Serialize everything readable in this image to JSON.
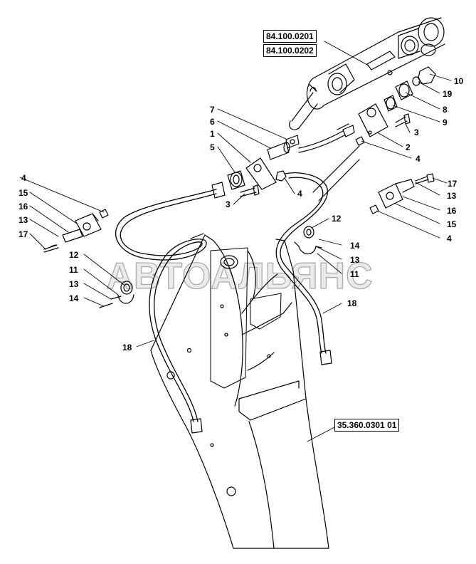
{
  "ref_codes": {
    "cylinder_a": "84.100.0201",
    "cylinder_b": "84.100.0202",
    "boom": "35.360.0301 01"
  },
  "callouts": {
    "c7": "7",
    "c6": "6",
    "c1": "1",
    "c5": "5",
    "c3a": "3",
    "c4a": "4",
    "c10": "10",
    "c19": "19",
    "c8": "8",
    "c9": "9",
    "c3b": "3",
    "c2": "2",
    "c4b": "4",
    "c4c": "4",
    "c15a": "15",
    "c16a": "16",
    "c13a": "13",
    "c17a": "17",
    "c12a": "12",
    "c11a": "11",
    "c13b": "13",
    "c14a": "14",
    "c17b": "17",
    "c13c": "13",
    "c16b": "16",
    "c15b": "15",
    "c4d": "4",
    "c12b": "12",
    "c14b": "14",
    "c13d": "13",
    "c11b": "11",
    "c18a": "18",
    "c18b": "18"
  },
  "watermark": "АВТОАЛЬЯНС"
}
